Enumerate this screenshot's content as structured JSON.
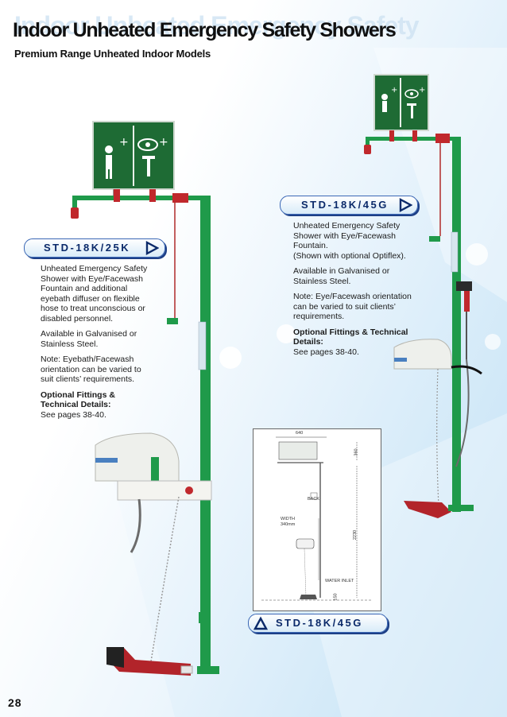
{
  "header": {
    "ghost_title": "Indoor Unheated Emergency Safety",
    "title": "Indoor Unheated Emergency Safety Showers",
    "subtitle": "Premium Range Unheated Indoor Models"
  },
  "left_product": {
    "model": "STD-18K/25K",
    "description": "Unheated Emergency Safety Shower with Eye/Facewash Fountain and additional eyebath diffuser on flexible hose to treat unconscious or disabled personnel.",
    "availability": "Available in Galvanised or Stainless Steel.",
    "note": "Note: Eyebath/Facewash orientation can be varied to suit clients’ requirements.",
    "optional_heading": "Optional Fittings & Technical Details:",
    "pages": "See pages 38-40."
  },
  "right_product": {
    "model": "STD-18K/45G",
    "description": "Unheated Emergency Safety Shower with Eye/Facewash Fountain.",
    "optilflex": "(Shown with optional Optiflex).",
    "availability": "Available in Galvanised or Stainless Steel.",
    "note": "Note: Eye/Facewash orientation can be varied to suit clients’ requirements.",
    "optional_heading": "Optional Fittings & Technical Details:",
    "pages": "See pages 38-40."
  },
  "drawing": {
    "model": "STD-18K/45G",
    "dim_width": "640",
    "dim_sign": "360",
    "dim_height": "2230",
    "dim_base": "150",
    "width_label": "WIDTH",
    "width_value": "340mm",
    "inlet_label": "WATER INLET",
    "box_label": "BACK"
  },
  "colors": {
    "pipe_green": "#1f9a4a",
    "sign_green": "#1e6b34",
    "accent_red": "#c0282c",
    "pill_navy": "#0b2a6a"
  },
  "footer": {
    "page_number": "28"
  }
}
